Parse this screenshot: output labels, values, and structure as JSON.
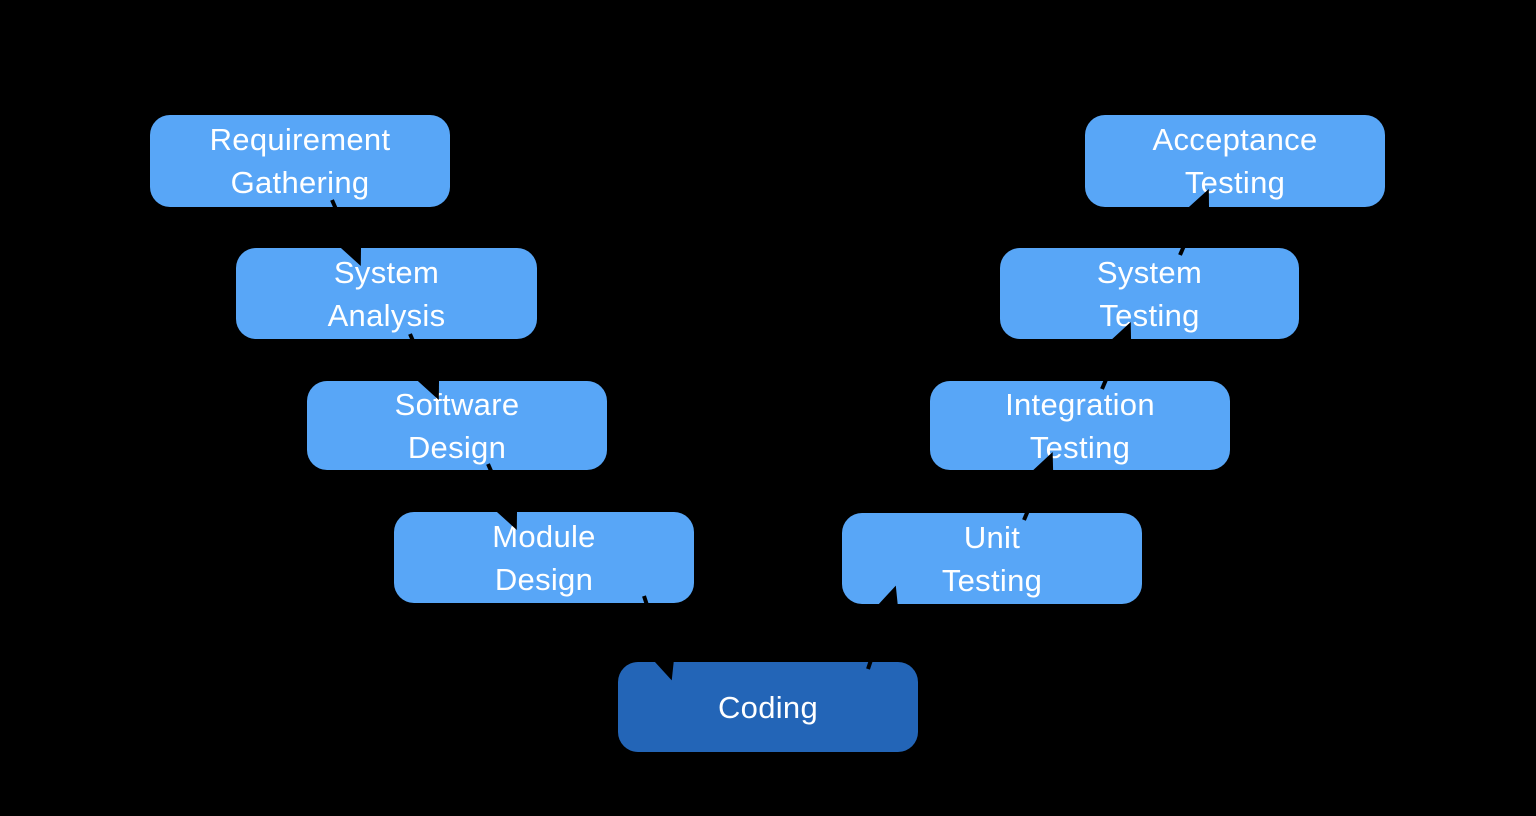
{
  "colors": {
    "background": "#000000",
    "stage_fill": "#58A6F7",
    "coding_fill": "#2365B7",
    "text": "#FFFFFF",
    "connector": "#000000"
  },
  "diagram": {
    "type": "v-model-flowchart",
    "stages": [
      {
        "id": "requirement-gathering",
        "label": "Requirement\nGathering",
        "side": "left-descending"
      },
      {
        "id": "system-analysis",
        "label": "System\nAnalysis",
        "side": "left-descending"
      },
      {
        "id": "software-design",
        "label": "Software\nDesign",
        "side": "left-descending"
      },
      {
        "id": "module-design",
        "label": "Module\nDesign",
        "side": "left-descending"
      },
      {
        "id": "coding",
        "label": "Coding",
        "side": "bottom-vertex"
      },
      {
        "id": "unit-testing",
        "label": "Unit\nTesting",
        "side": "right-ascending"
      },
      {
        "id": "integration-testing",
        "label": "Integration\nTesting",
        "side": "right-ascending"
      },
      {
        "id": "system-testing",
        "label": "System\nTesting",
        "side": "right-ascending"
      },
      {
        "id": "acceptance-testing",
        "label": "Acceptance\nTesting",
        "side": "right-ascending"
      }
    ]
  }
}
